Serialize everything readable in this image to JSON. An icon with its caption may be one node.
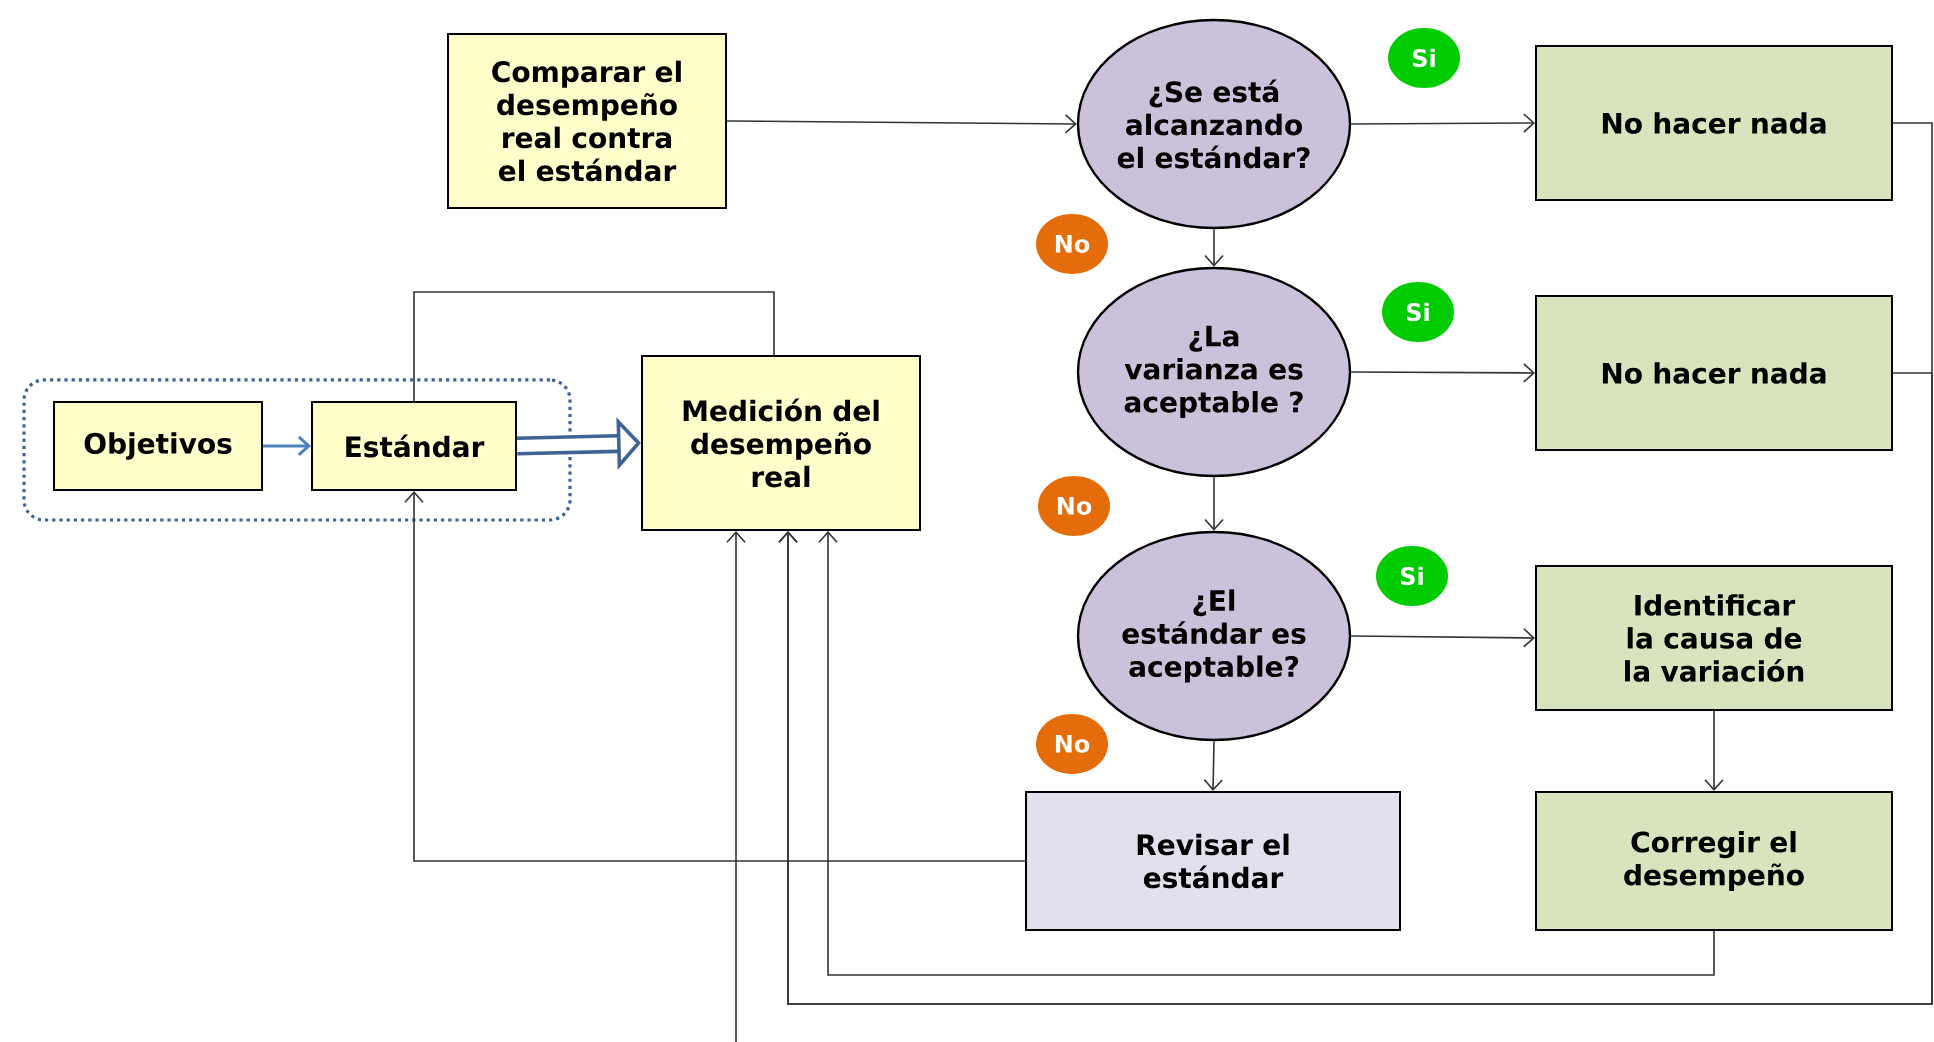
{
  "diagram": {
    "nodes": [
      {
        "text": [],
        "shape": "box"
      },
      {
        "text": [
          "Objetivos"
        ],
        "in": 0
      },
      {
        "text": [
          "Estándar"
        ],
        "in": 0
      },
      {
        "text": [
          "Medición del desempeño real"
        ]
      },
      {
        "text": [
          "Comparar el desempeño real contra el estándar"
        ]
      },
      {
        "text": [
          "¿Se está alcanzando el estándar?"
        ]
      },
      {
        "text": [
          "Si"
        ]
      },
      {
        "text": [
          "No hacer nada"
        ]
      },
      {
        "text": [
          "No"
        ]
      },
      {
        "text": [
          "¿La varianza es aceptable ?"
        ]
      },
      {
        "text": [
          "Si"
        ]
      },
      {
        "text": [
          "No hacer nada"
        ]
      },
      {
        "text": [
          "No"
        ]
      },
      {
        "text": [
          "¿El estándar es aceptable?"
        ]
      },
      {
        "text": [
          "Si"
        ]
      },
      {
        "text": [
          "Identificar la causa de la variación"
        ]
      },
      {
        "text": [
          "No"
        ]
      },
      {
        "text": [
          "Revisar el estándar"
        ]
      },
      {
        "text": [
          "Corregir el desempeño"
        ]
      }
    ],
    "edges": [
      {
        "from": 1,
        "to": 2,
        "arrow": "to",
        "color": "#4f81bd"
      },
      {
        "from": 2,
        "to": 3,
        "arrow": "to",
        "style": "thick",
        "color": "#3e6394"
      },
      {
        "from": 3,
        "to": 2,
        "arrow": "none"
      },
      {
        "from": 17,
        "to": 2,
        "arrow": "to"
      },
      {
        "from": 4,
        "to": 5,
        "arrow": "to"
      },
      {
        "from": 5,
        "to": 7,
        "arrow": "to"
      },
      {
        "from": 5,
        "to": 9,
        "arrow": "to"
      },
      {
        "from": 9,
        "to": 11,
        "arrow": "to"
      },
      {
        "from": 9,
        "to": 13,
        "arrow": "to"
      },
      {
        "from": 13,
        "to": 15,
        "arrow": "to"
      },
      {
        "from": 13,
        "to": 17,
        "arrow": "to"
      },
      {
        "from": 15,
        "to": 18,
        "arrow": "to"
      },
      {
        "from": 18,
        "to": 3,
        "arrow": "to"
      },
      {
        "from": 7,
        "to": 3,
        "arrow": "to"
      },
      {
        "from": 11,
        "to": 3,
        "arrow": "to"
      },
      {
        "from": null,
        "to": 3,
        "arrow": "to"
      }
    ]
  }
}
